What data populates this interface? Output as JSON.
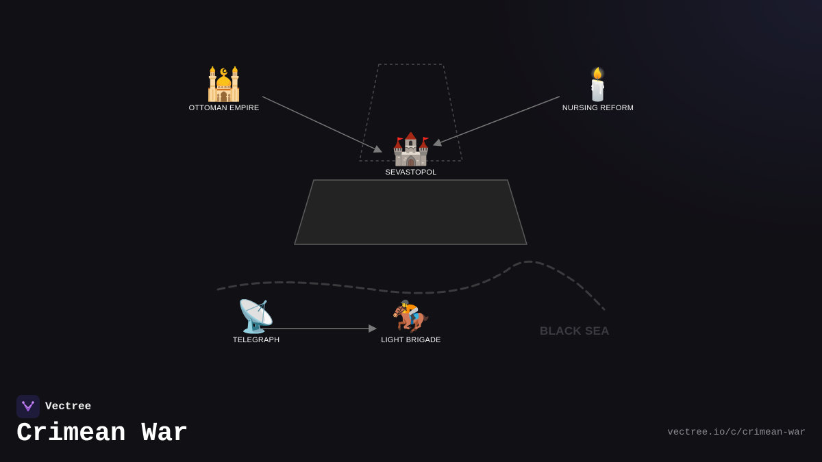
{
  "nodes": {
    "ottoman": {
      "icon": "🕌",
      "icon_name": "mosque-icon",
      "label": "OTTOMAN EMPIRE"
    },
    "nursing": {
      "icon": "🕯️",
      "icon_name": "candle-icon",
      "label": "NURSING REFORM"
    },
    "sevastopol": {
      "icon": "🏰",
      "icon_name": "castle-icon",
      "label": "SEVASTOPOL"
    },
    "telegraph": {
      "icon": "📡",
      "icon_name": "satellite-dish-icon",
      "label": "TELEGRAPH"
    },
    "brigade": {
      "icon": "🏇",
      "icon_name": "horse-racing-icon",
      "label": "LIGHT BRIGADE"
    }
  },
  "sea_label": "BLACK SEA",
  "brand": {
    "name": "Vectree",
    "logo_icon": "vectree-logo-icon"
  },
  "title": "Crimean War",
  "url": "vectree.io/c/crimean-war",
  "colors": {
    "background": "#111015",
    "platform": "#232323",
    "edge": "#777777",
    "sea_label": "#3a3a40",
    "logo_accent": "#a15de0"
  }
}
